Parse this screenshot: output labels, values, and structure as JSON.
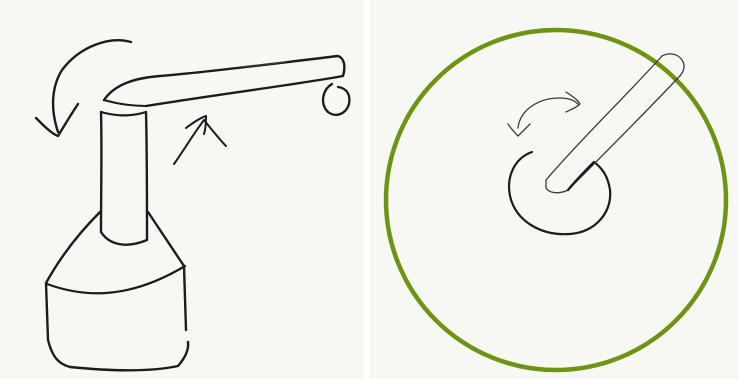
{
  "figure": {
    "panels": [
      {
        "id": "side-view",
        "depicts": [
          "base-block",
          "vertical-column",
          "horizontal-arm",
          "end-roller",
          "rotation-arrow",
          "joint-pointer-arrow"
        ]
      },
      {
        "id": "top-view",
        "depicts": [
          "reach-circle",
          "hub-circle",
          "arm-bar",
          "rotation-arrow"
        ]
      }
    ],
    "colors": {
      "ink": "#1c1c1c",
      "ink_light": "#3a3a3a",
      "reach_circle": "#6d9413",
      "panel_background": "#f7f7f3",
      "divider": "#ffffff"
    }
  }
}
